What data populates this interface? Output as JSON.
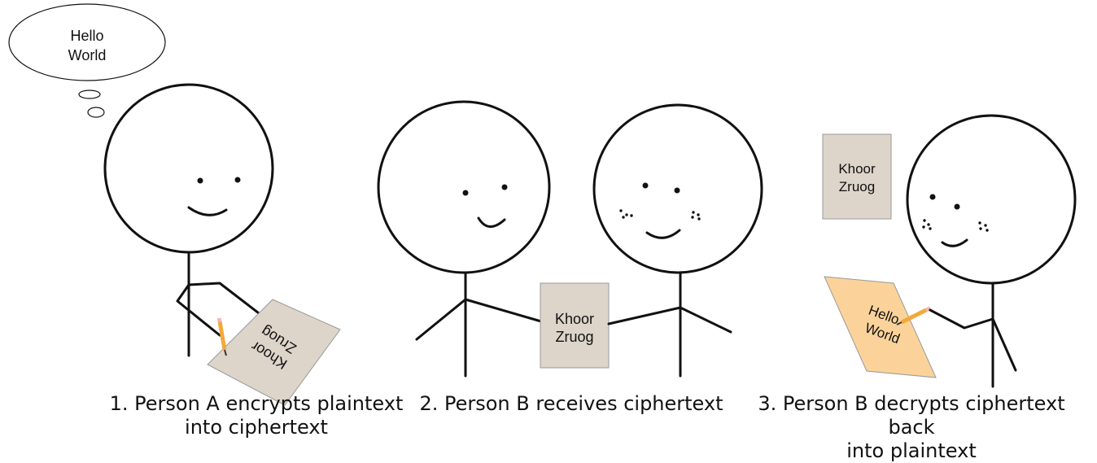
{
  "thought_bubble": {
    "line1": "Hello",
    "line2": "World"
  },
  "paper_ciphertext": {
    "line1": "Khoor",
    "line2": "Zruog"
  },
  "paper_plaintext": {
    "line1": "Hello",
    "line2": "World"
  },
  "captions": [
    {
      "line1": "1. Person A encrypts plaintext",
      "line2": "into ciphertext"
    },
    {
      "line1": "2. Person B receives ciphertext",
      "line2": ""
    },
    {
      "line1": "3. Person B decrypts ciphertext back",
      "line2": "into plaintext"
    }
  ],
  "colors": {
    "stroke": "#111111",
    "paper_cipher": "#ddd5ca",
    "paper_plain": "#fbd39a",
    "pencil_body": "#f2a93b",
    "pencil_eraser": "#f4b6b0"
  }
}
